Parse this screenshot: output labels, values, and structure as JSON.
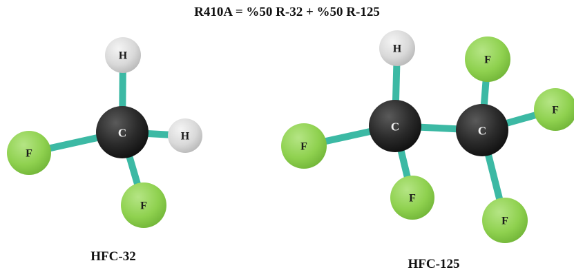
{
  "title": "R410A = %50 R-32 + %50 R-125",
  "colors": {
    "bond": "#3cb9a4",
    "carbon": "#2b2b2b",
    "fluorine": "#8fd14f",
    "hydrogen": "#d9d9d9"
  },
  "molecules": [
    {
      "id": "hfc-32",
      "caption": "HFC-32",
      "atoms": [
        {
          "id": "c1",
          "element": "C",
          "label": "C"
        },
        {
          "id": "h1",
          "element": "H",
          "label": "H"
        },
        {
          "id": "h2",
          "element": "H",
          "label": "H"
        },
        {
          "id": "f1",
          "element": "F",
          "label": "F"
        },
        {
          "id": "f2",
          "element": "F",
          "label": "F"
        }
      ],
      "bonds": [
        [
          "c1",
          "h1"
        ],
        [
          "c1",
          "h2"
        ],
        [
          "c1",
          "f1"
        ],
        [
          "c1",
          "f2"
        ]
      ]
    },
    {
      "id": "hfc-125",
      "caption": "HFC-125",
      "atoms": [
        {
          "id": "c1",
          "element": "C",
          "label": "C"
        },
        {
          "id": "c2",
          "element": "C",
          "label": "C"
        },
        {
          "id": "h1",
          "element": "H",
          "label": "H"
        },
        {
          "id": "f1",
          "element": "F",
          "label": "F"
        },
        {
          "id": "f2",
          "element": "F",
          "label": "F"
        },
        {
          "id": "f3",
          "element": "F",
          "label": "F"
        },
        {
          "id": "f4",
          "element": "F",
          "label": "F"
        },
        {
          "id": "f5",
          "element": "F",
          "label": "F"
        }
      ],
      "bonds": [
        [
          "c1",
          "c2"
        ],
        [
          "c1",
          "h1"
        ],
        [
          "c1",
          "f1"
        ],
        [
          "c1",
          "f2"
        ],
        [
          "c2",
          "f3"
        ],
        [
          "c2",
          "f4"
        ],
        [
          "c2",
          "f5"
        ]
      ]
    }
  ]
}
